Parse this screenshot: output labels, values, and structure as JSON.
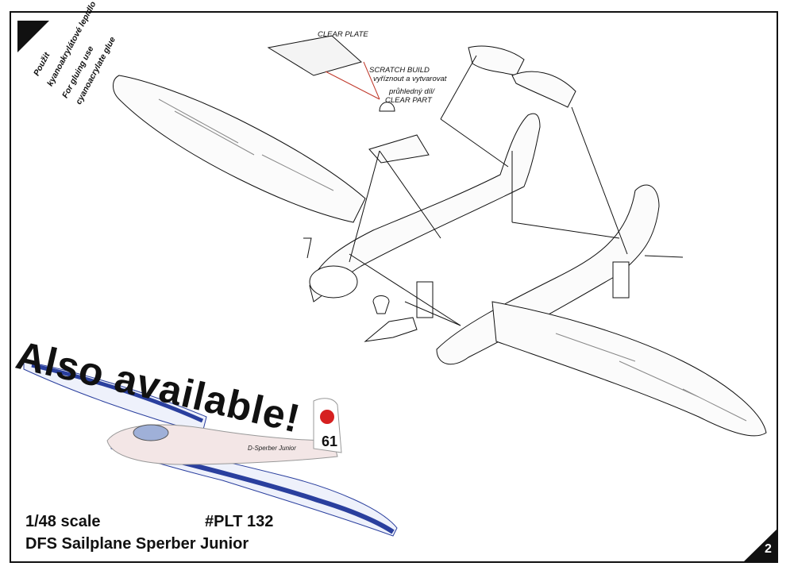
{
  "notes": {
    "line1": "Použit",
    "line2": "kyanoakrylátové lepidlo",
    "line3": "For gluing use",
    "line4": "cyanoacrylate glue"
  },
  "labels": {
    "clear_plate": "CLEAR PLATE",
    "scratch_build": "SCRATCH BUILD",
    "scratch_build_cz": "vyříznout a vytvarovat",
    "clear_part_cz": "průhledný díl/",
    "clear_part": "CLEAR PART"
  },
  "promo": {
    "headline": "Also available!",
    "scale": "1/48 scale",
    "code": "#PLT 132",
    "name": "DFS Sailplane Sperber Junior",
    "tail_number": "61",
    "fuselage_text": "D-Sperber Junior"
  },
  "page_number": "2",
  "colors": {
    "ink": "#111111",
    "red_guide": "#c0392b",
    "livery_blue": "#2a3f9e",
    "livery_red": "#d62020"
  }
}
